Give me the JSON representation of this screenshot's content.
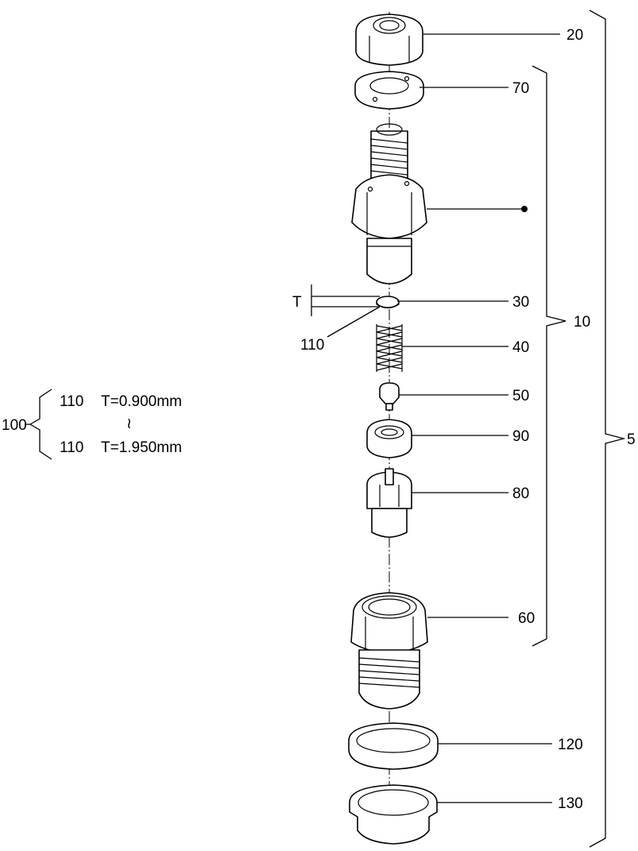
{
  "callouts": {
    "c20": "20",
    "c70": "70",
    "c30": "30",
    "c10": "10",
    "c40": "40",
    "c50": "50",
    "c90": "90",
    "c5": "5",
    "c80": "80",
    "c60": "60",
    "c120": "120",
    "c130": "130",
    "c110": "110",
    "cT": "T"
  },
  "kit": {
    "ref": "100",
    "rows": [
      {
        "part": "110",
        "spec": "T=0.900mm"
      },
      {
        "part": "110",
        "spec": "T=1.950mm"
      }
    ],
    "range_mark": "≀"
  }
}
